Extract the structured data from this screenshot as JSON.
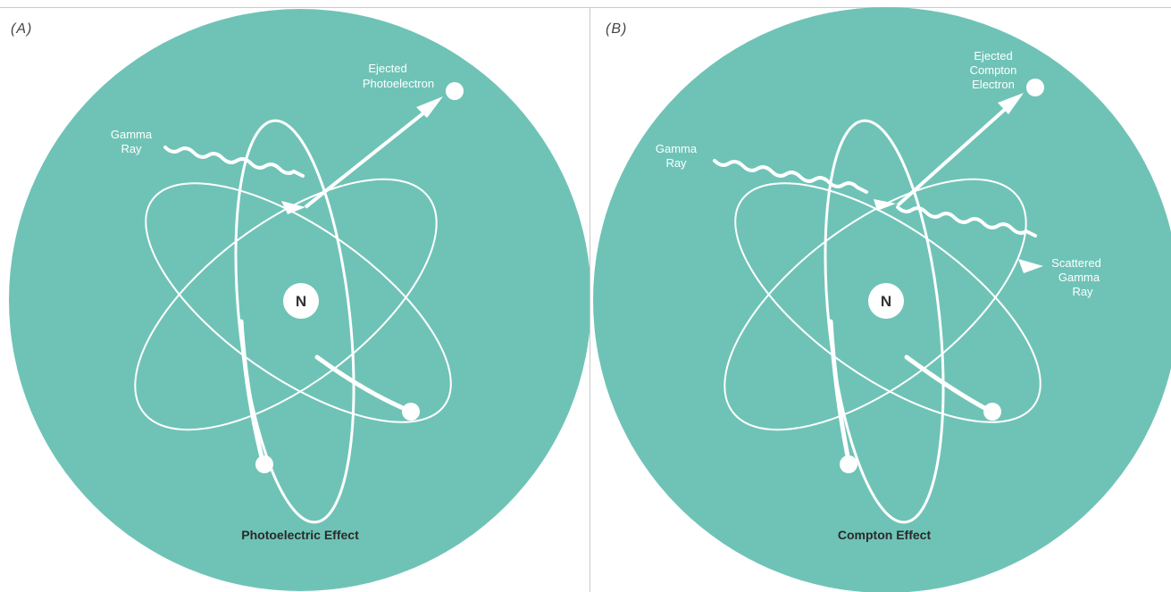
{
  "colors": {
    "background": "#6fc3b6",
    "stroke": "#ffffff",
    "caption": "#2a2a2a"
  },
  "panel_a": {
    "label": "(A)",
    "gamma_ray": [
      "Gamma",
      "Ray"
    ],
    "ejected": [
      "Ejected",
      "Photoelectron"
    ],
    "nucleus": "N",
    "caption": "Photoelectric Effect"
  },
  "panel_b": {
    "label": "(B)",
    "gamma_ray": [
      "Gamma",
      "Ray"
    ],
    "ejected": [
      "Ejected",
      "Compton",
      "Electron"
    ],
    "scattered": [
      "Scattered",
      "Gamma",
      "Ray"
    ],
    "nucleus": "N",
    "caption": "Compton Effect"
  }
}
